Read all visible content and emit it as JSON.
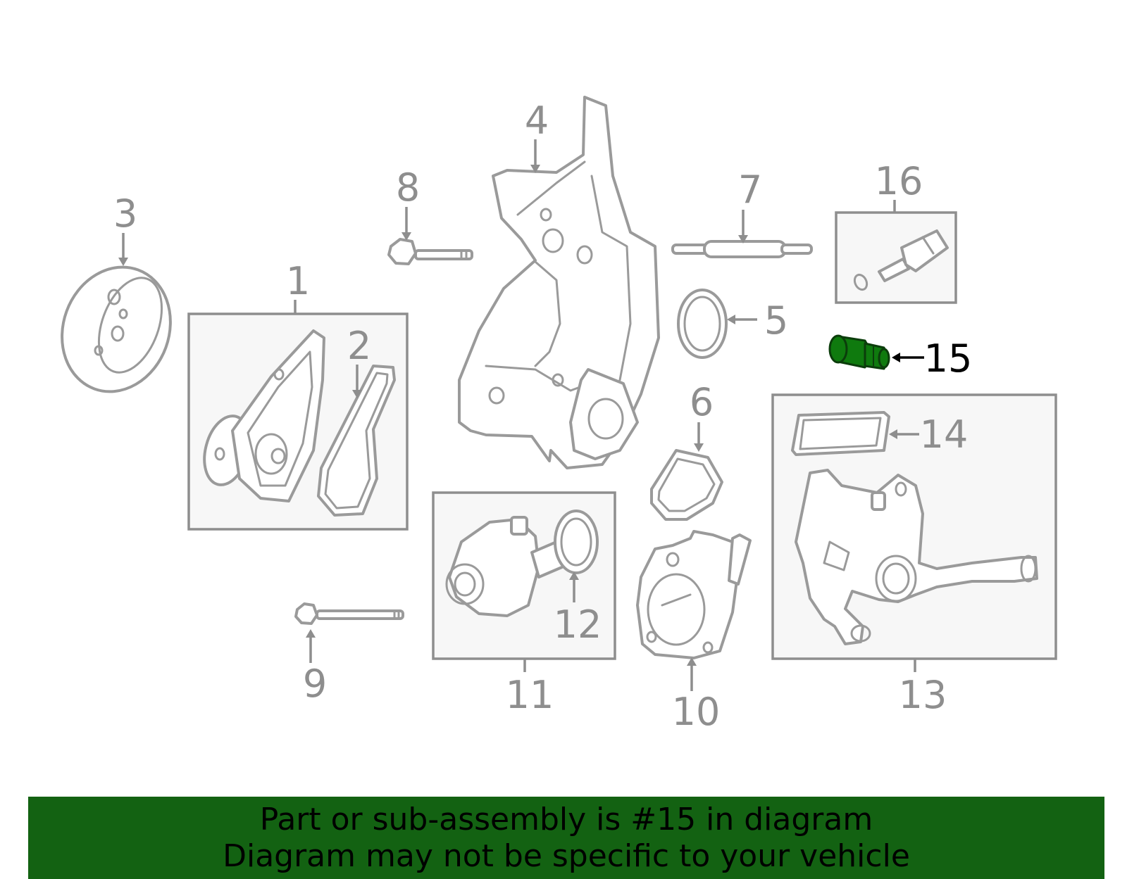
{
  "colors": {
    "part_outline": "#9a9a9a",
    "callout_text": "#8e8e8e",
    "highlight_part": "#0f7a0e",
    "banner_background": "#136212",
    "banner_text": "#000000",
    "subassembly_box_fill": "#f7f7f7"
  },
  "callouts": {
    "c1": "1",
    "c2": "2",
    "c3": "3",
    "c4": "4",
    "c5": "5",
    "c6": "6",
    "c7": "7",
    "c8": "8",
    "c9": "9",
    "c10": "10",
    "c11": "11",
    "c12": "12",
    "c13": "13",
    "c14": "14",
    "c15": "15",
    "c16": "16"
  },
  "highlighted_callout": "15",
  "banner": {
    "line1": "Part or sub-assembly is #15 in diagram",
    "line2": "Diagram may not be specific to your vehicle"
  }
}
